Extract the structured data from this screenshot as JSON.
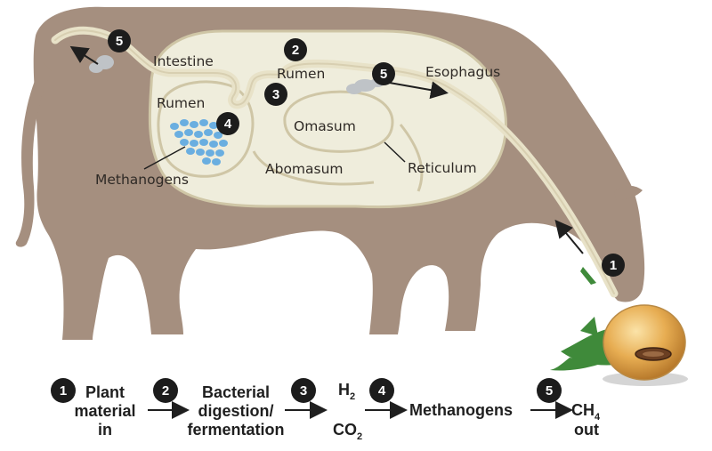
{
  "labels": {
    "intestine": "Intestine",
    "rumen_top": "Rumen",
    "rumen_left": "Rumen",
    "esophagus": "Esophagus",
    "omasum": "Omasum",
    "abomasum": "Abomasum",
    "reticulum": "Reticulum",
    "methanogens": "Methanogens"
  },
  "badges": {
    "b5_rear": "5",
    "b2": "2",
    "b3": "3",
    "b4": "4",
    "b5_front": "5",
    "b1": "1"
  },
  "flow": {
    "s1_num": "1",
    "s1_line1": "Plant",
    "s1_line2": "material",
    "s1_line3": "in",
    "s2_num": "2",
    "s2_line1": "Bacterial",
    "s2_line2": "digestion/",
    "s2_line3": "fermentation",
    "s3_num": "3",
    "s3_h": "H",
    "s3_h_sub": "2",
    "s3_co": "CO",
    "s3_co_sub": "2",
    "s4_num": "4",
    "s4_text": "Methanogens",
    "s5_num": "5",
    "s5_ch": "CH",
    "s5_ch_sub": "4",
    "s5_out": "out"
  },
  "colors": {
    "cow_body": "#a58f7f",
    "stomach_fill": "#efeddc",
    "tract": "#e8e2c8",
    "methanogen_dot": "#6aaee0",
    "badge": "#1c1c1c",
    "grass": "#3f8a3a",
    "seed": "#e3a94f"
  }
}
